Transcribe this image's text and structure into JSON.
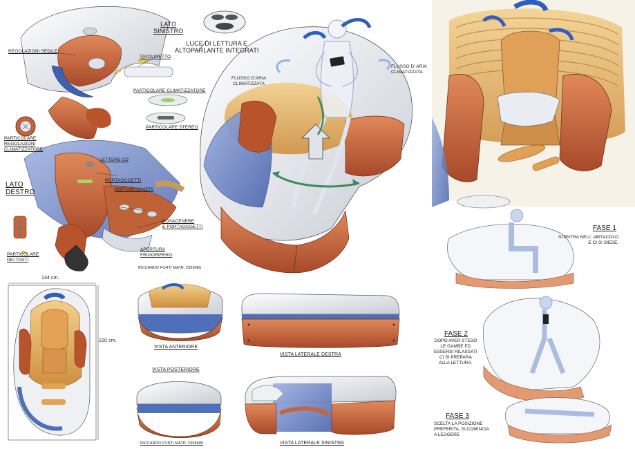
{
  "colors": {
    "shell_white": "#eef0f4",
    "terracotta": "#c8643c",
    "terracotta_dark": "#9c4425",
    "ochre": "#e8b05a",
    "blue": "#4f6fb8",
    "blue_light": "#8fa8d8",
    "green_arrow": "#3c8a5a",
    "yellow_arrow": "#e8d23c",
    "wood": "#c89a5a"
  },
  "labels": {
    "regolazioni_sedile": "REGOLAZIONI SEDILE",
    "lato_sinistro": "LATO\nSINISTRO",
    "luce_lettura": "LUCE DI LETTURA E\nALTOPARLANTE INTEGRATI",
    "tavolinetto": "TAVOLINETTO",
    "particolare_climatizzatore": "PARTICOLARE CLIMATIZZATORE",
    "particolare_stereo": "PARTICOLARE STEREO",
    "particolare_regolazioni": "PARTICOLARE\nREGOLAZIONI\nCLIMATIZZATORE",
    "lettore_cd": "LETTORE CD",
    "portaoggetti": "PORTAOGGETTI",
    "portabicchieri": "PORTABICCHIERI",
    "lato_destro": "LATO\nDESTRO",
    "posacenere": "POSACENERE\nE PORTAOGGETTI",
    "apertura_frigorifero": "APERTURA\nFRIGORIFERO",
    "particolare_tasti": "PARTICOLARE\nDEI TASTI",
    "flusso_left": "FLUSSO D'ARIA\nCLIMATIZZATA",
    "flusso_right": "FLUSSO D' ARIA\nCLIMATIZZATA",
    "signature_top": "RICCARDO FORTI  MATR. 2398685",
    "signature_bottom": "RICCARDO FORTI  MATR. 2398685",
    "dim_width": "134 cm.",
    "dim_length": "220 cm.",
    "vista_anteriore": "VISTA ANTERIORE",
    "vista_posteriore": "VISTA POSTERIORE",
    "vista_laterale_destra": "VISTA LATERALE DESTRA",
    "vista_laterale_sinistra": "VISTA LATERALE SINISTRA"
  },
  "phases": [
    {
      "title": "FASE 1",
      "text": "SI ENTRA NELL' ABITACOLO\nE CI SI SIEDE."
    },
    {
      "title": "FASE 2",
      "text": "DOPO AVER STESO\nLE GAMBE ED\nESSERSI RILASSATI\nCI SI PREPARA\nALLA LETTURA."
    },
    {
      "title": "FASE 3",
      "text": "SCELTA LA POSIZIONE\nPREFERITA, SI COMINCIA\nA LEGGERE"
    }
  ]
}
